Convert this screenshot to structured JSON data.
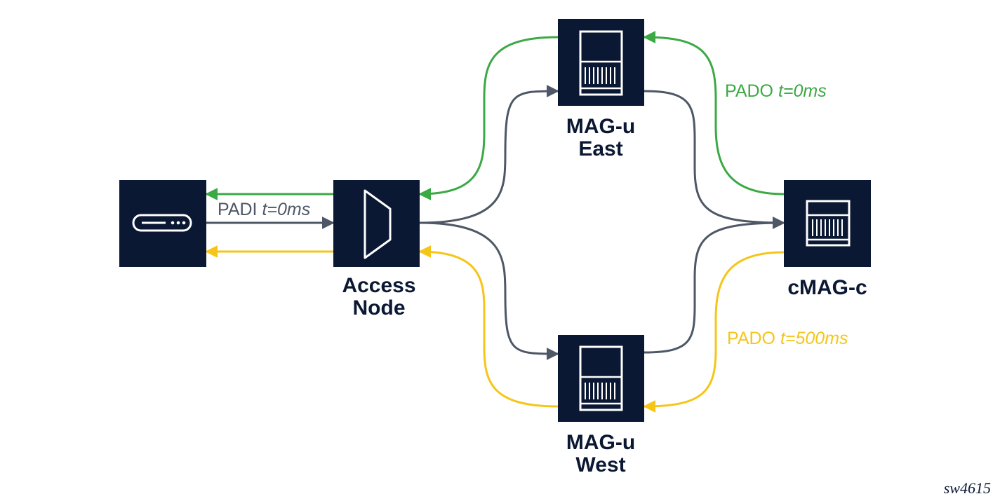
{
  "colors": {
    "node_fill": "#0b1833",
    "icon_stroke": "#ffffff",
    "request": "#4d5766",
    "primary_offer": "#3ba944",
    "delayed_offer": "#f5c518"
  },
  "nodes": {
    "client": {
      "icon": "modem-icon"
    },
    "access_node": {
      "icon": "access-node-icon",
      "label_lines": [
        "Access",
        "Node"
      ]
    },
    "mag_u_east": {
      "icon": "chassis-icon",
      "label_lines": [
        "MAG-u",
        "East"
      ]
    },
    "mag_u_west": {
      "icon": "chassis-icon",
      "label_lines": [
        "MAG-u",
        "West"
      ]
    },
    "cmag_c": {
      "icon": "chassis-icon",
      "label_lines": [
        "cMAG-c"
      ]
    }
  },
  "labels": {
    "padi": {
      "name": "PADI",
      "time": "t=0ms"
    },
    "pado_east": {
      "name": "PADO",
      "time": "t=0ms"
    },
    "pado_west": {
      "name": "PADO",
      "time": "t=500ms"
    }
  },
  "figure_id": "sw4615"
}
